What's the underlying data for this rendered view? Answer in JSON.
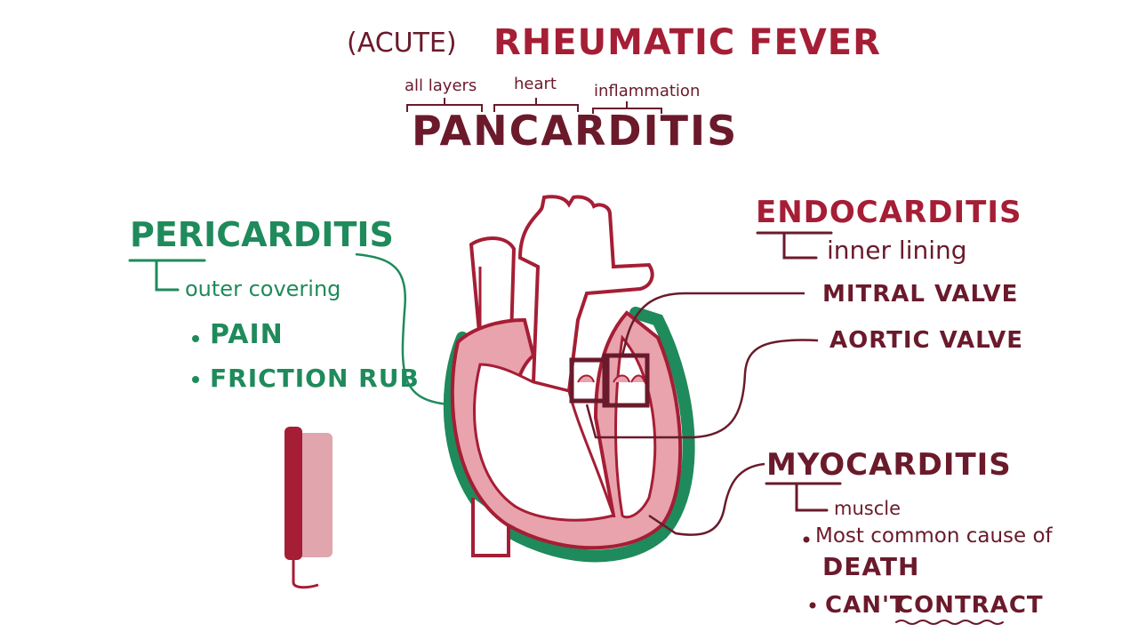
{
  "title": {
    "prefix": "(ACUTE)",
    "main": "RHEUMATIC FEVER"
  },
  "pancarditis": {
    "word": "PANCARDITIS",
    "parts": [
      "all layers",
      "heart",
      "inflammation"
    ]
  },
  "pericarditis": {
    "title": "PERICARDITIS",
    "subtitle": "outer covering",
    "bullets": [
      "PAIN",
      "FRICTION RUB"
    ]
  },
  "endocarditis": {
    "title": "ENDOCARDITIS",
    "subtitle": "inner lining",
    "valves": [
      "MITRAL VALVE",
      "AORTIC VALVE"
    ]
  },
  "myocarditis": {
    "title": "MYOCARDITIS",
    "subtitle": "muscle",
    "bullet1_line1": "Most common cause of",
    "bullet1_line2": "DEATH",
    "bullet2_prefix": "CAN'T",
    "bullet2_word": "CONTRACT"
  },
  "colors": {
    "red": "#a51e35",
    "dark": "#6a1a2b",
    "green": "#1f8a5b",
    "pink": "#e8a3ad"
  }
}
